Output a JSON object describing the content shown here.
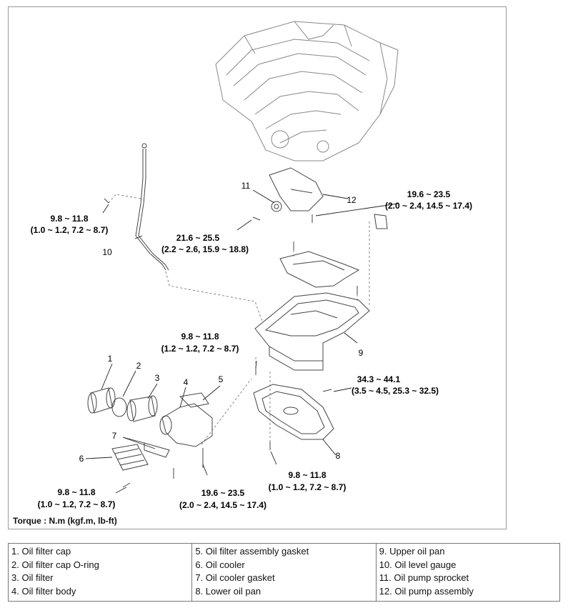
{
  "torques": {
    "t1": {
      "a": "9.8 ~ 11.8",
      "b": "(1.0 ~ 1.2, 7.2 ~ 8.7)"
    },
    "t2": {
      "a": "21.6 ~ 25.5",
      "b": "(2.2 ~ 2.6, 15.9 ~ 18.8)"
    },
    "t3": {
      "a": "19.6 ~ 23.5",
      "b": "(2.0 ~ 2.4, 14.5 ~ 17.4)"
    },
    "t4": {
      "a": "9.8 ~ 11.8",
      "b": "(1.2 ~ 1.2, 7.2 ~ 8.7)"
    },
    "t5": {
      "a": "34.3 ~ 44.1",
      "b": "(3.5 ~ 4.5, 25.3 ~ 32.5)"
    },
    "t6": {
      "a": "9.8 ~ 11.8",
      "b": "(1.0 ~ 1.2, 7.2 ~ 8.7)"
    },
    "t7": {
      "a": "19.6 ~ 23.5",
      "b": "(2.0 ~ 2.4, 14.5 ~ 17.4)"
    },
    "t8": {
      "a": "9.8 ~ 11.8",
      "b": "(1.0 ~ 1.2, 7.2 ~ 8.7)"
    }
  },
  "callouts": {
    "n1": "1",
    "n2": "2",
    "n3": "3",
    "n4": "4",
    "n5": "5",
    "n6": "6",
    "n7": "7",
    "n8": "8",
    "n9": "9",
    "n10": "10",
    "n11": "11",
    "n12": "12"
  },
  "torque_note": "Torque : N.m (kgf.m, lb-ft)",
  "legend": {
    "col1": [
      "1. Oil filter cap",
      "2. Oil filter cap O-ring",
      "3. Oil filter",
      "4. Oil filter body"
    ],
    "col2": [
      "5. Oil filter assembly gasket",
      "6. Oil cooler",
      "7. Oil cooler gasket",
      "8. Lower oil pan"
    ],
    "col3": [
      "9. Upper oil pan",
      "10. Oil level gauge",
      "11. Oil pump sprocket",
      "12. Oil pump assembly"
    ]
  }
}
